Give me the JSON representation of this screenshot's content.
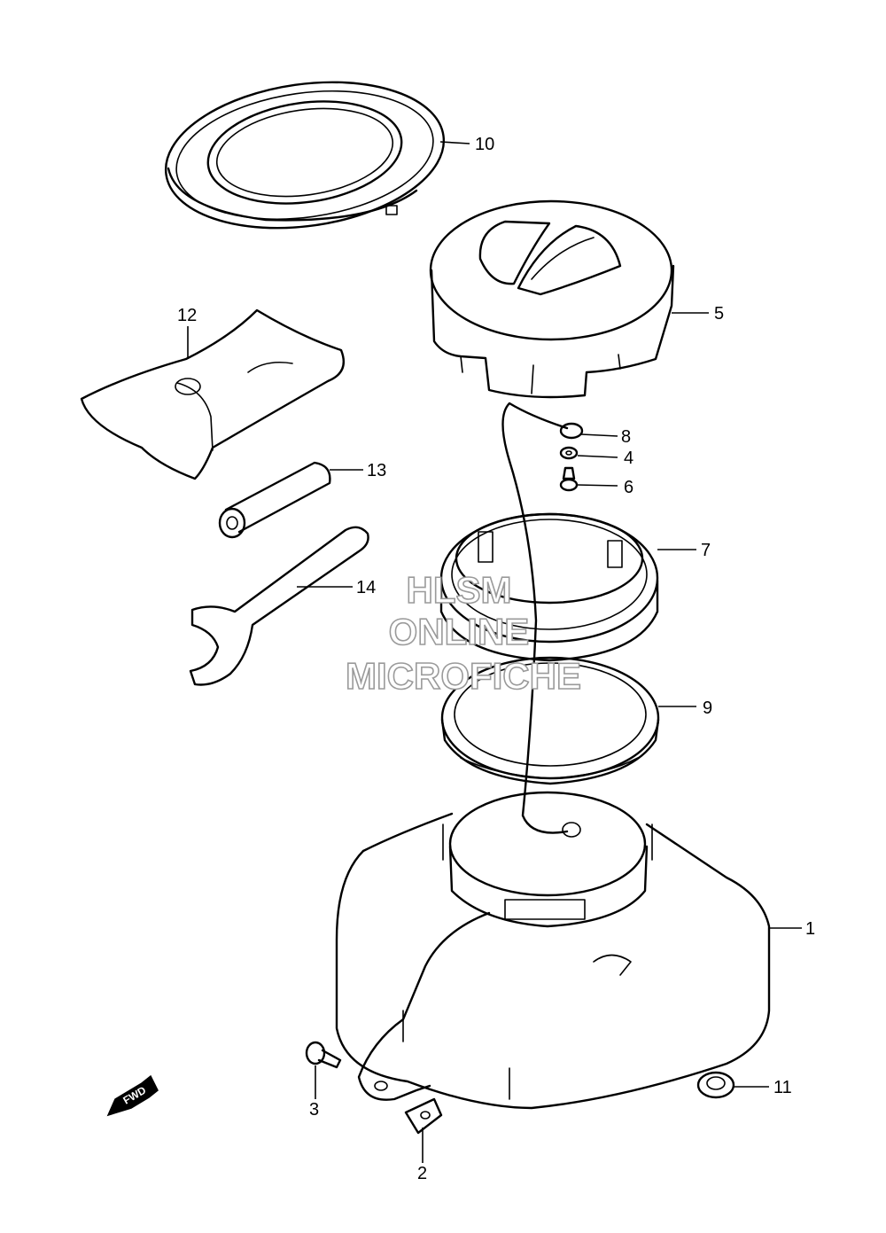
{
  "callouts": {
    "p1": "1",
    "p2": "2",
    "p3": "3",
    "p4": "4",
    "p5": "5",
    "p6": "6",
    "p7": "7",
    "p8": "8",
    "p9": "9",
    "p10": "10",
    "p11": "11",
    "p12": "12",
    "p13": "13",
    "p14": "14"
  },
  "watermark": {
    "line1": "HLSM",
    "line2": "ONLINE",
    "line3": "MICROFICHE"
  },
  "fwd_label": "FWD"
}
